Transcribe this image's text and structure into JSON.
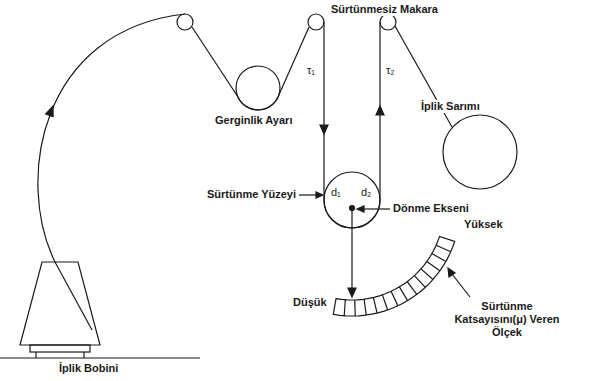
{
  "diagram": {
    "labels": [
      "Sürtünmesiz Makara",
      "Gerginlik Ayarı",
      "τ₁",
      "τ₂",
      "İplik Sarımı",
      "Sürtünme Yüzeyi",
      "d₁",
      "d₂",
      "Dönme Ekseni",
      "Yüksek",
      "Sürtünme Katsayısını(μ) Veren Ölçek",
      "Düşük",
      "İplik Bobini"
    ]
  }
}
